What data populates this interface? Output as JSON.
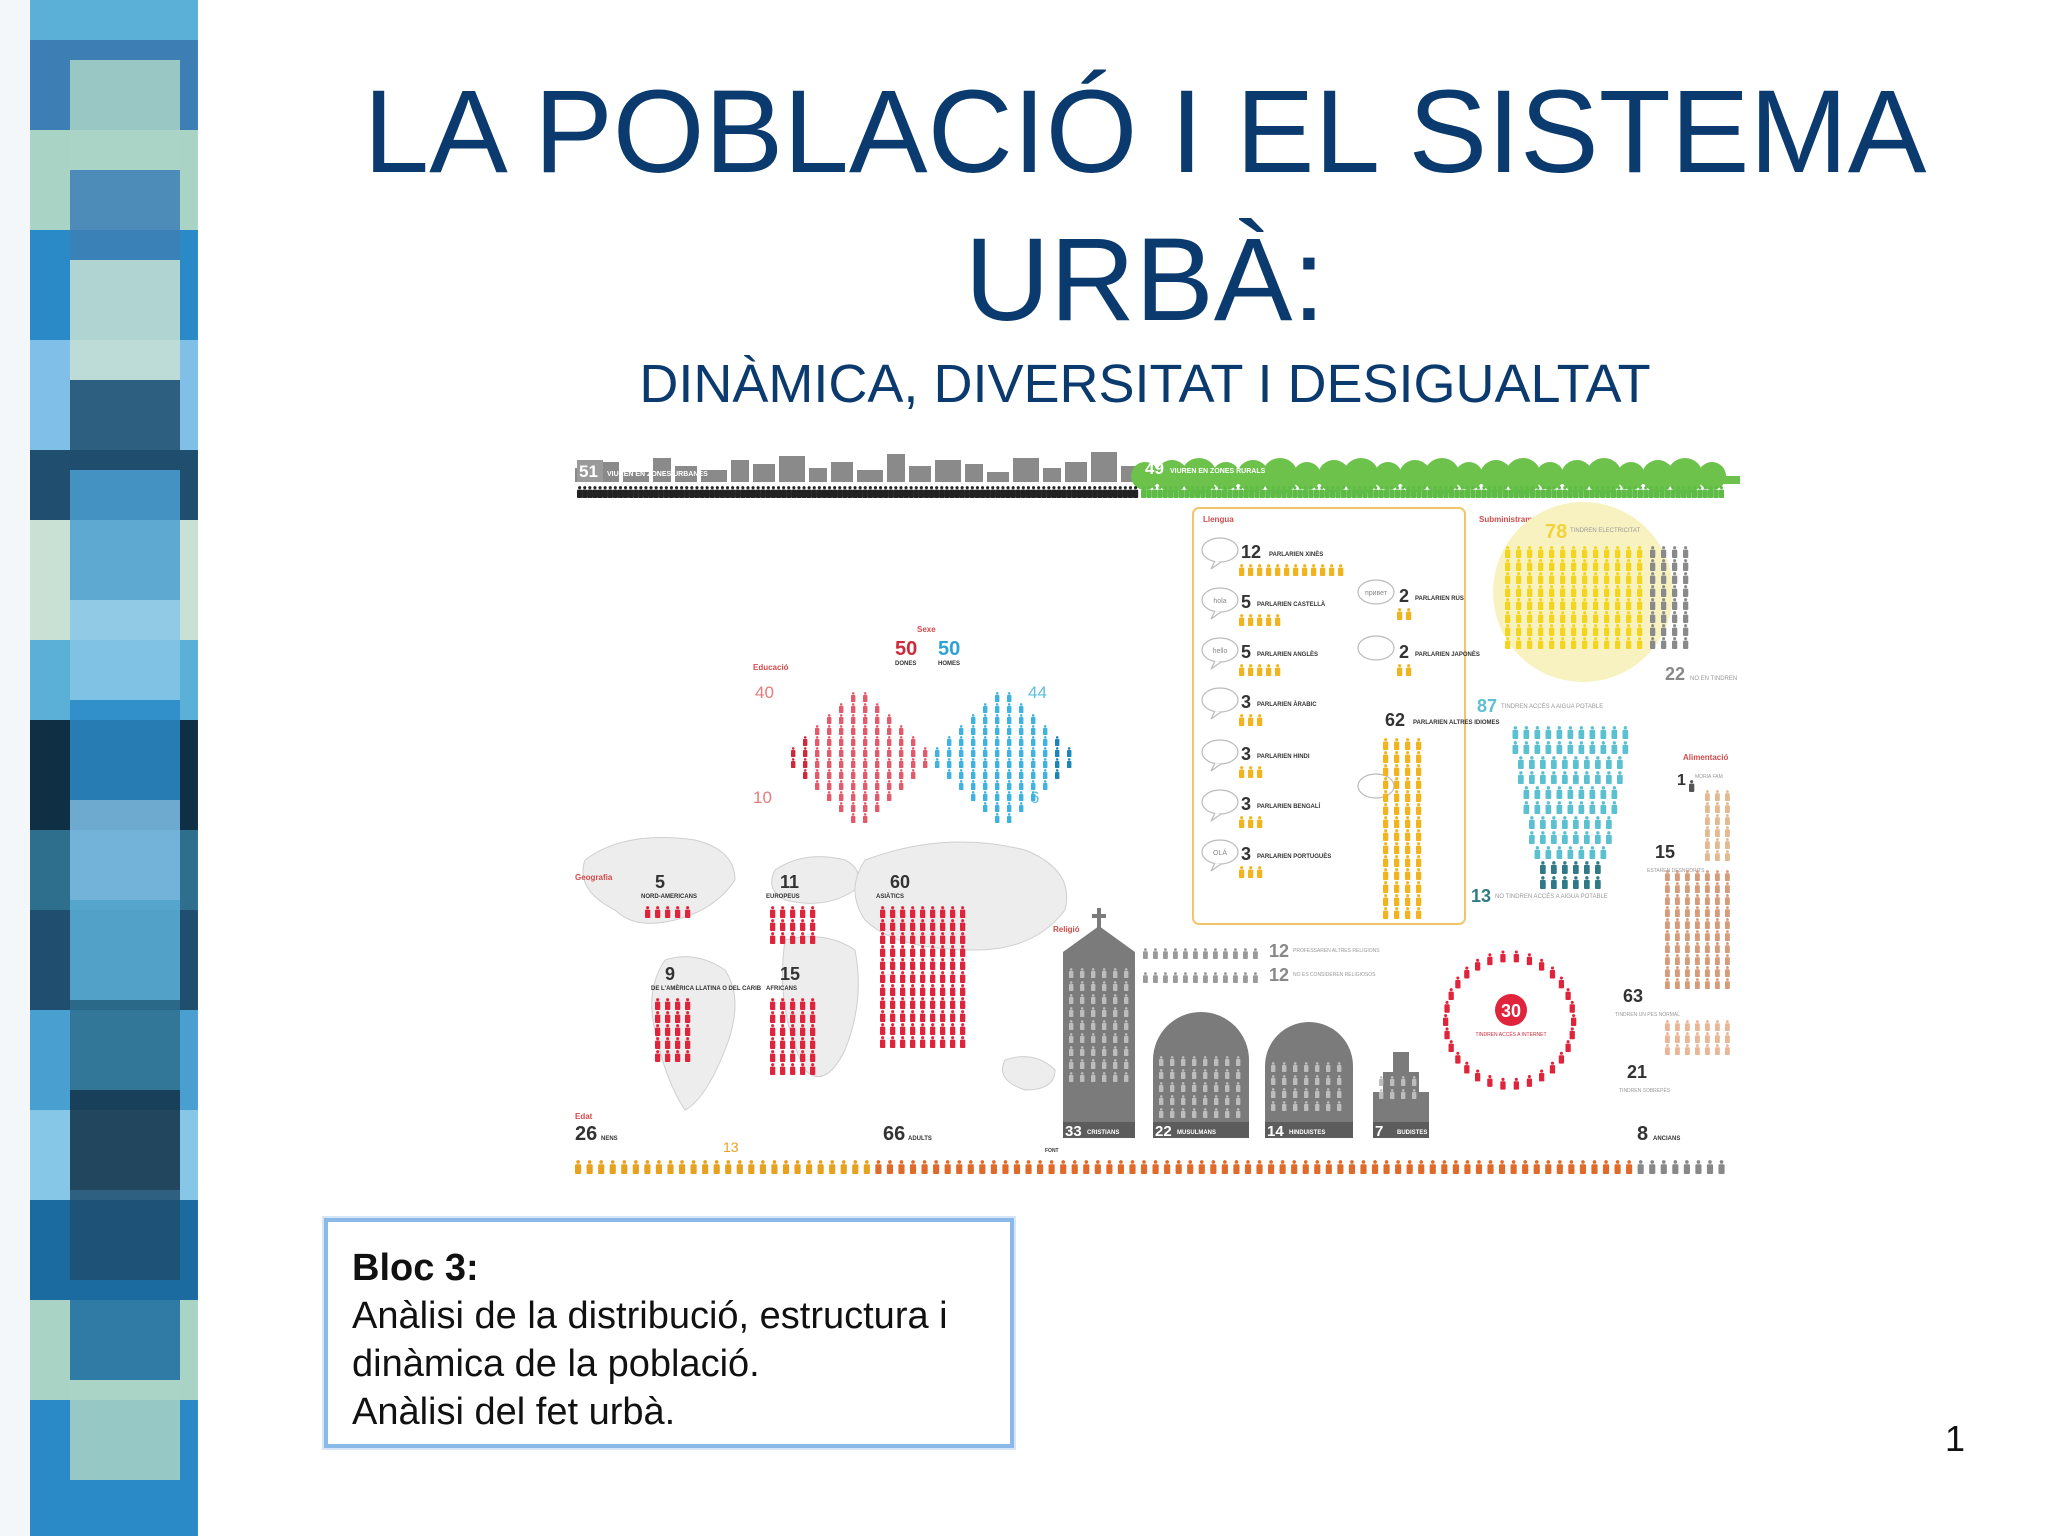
{
  "slide": {
    "title_line1": "LA POBLACIÓ I EL SISTEMA",
    "title_line2": "URBÀ:",
    "subtitle": "DINÀMICA, DIVERSITAT I DESIGUALTAT",
    "page_number": "1"
  },
  "bloc": {
    "heading": "Bloc 3:",
    "line1": "Anàlisi de la distribució, estructura i",
    "line2": "dinàmica de la població.",
    "line3": "Anàlisi del fet urbà."
  },
  "infographic": {
    "urban": {
      "value": "51",
      "label": "VIUREN EN ZONES URBANES"
    },
    "rural": {
      "value": "49",
      "label": "VIUREN EN ZONES RURALS"
    },
    "sexe": {
      "heading": "Sexe",
      "women": "50",
      "women_label": "DONES",
      "men": "50",
      "men_label": "HOMES"
    },
    "educacio": {
      "heading": "Educació",
      "women_school": "40",
      "men_school": "44",
      "women_illiterate": "10",
      "men_illiterate": "6"
    },
    "llengua": {
      "heading": "Llengua",
      "items": [
        {
          "value": "12",
          "label": "PARLARIEN XINÈS"
        },
        {
          "value": "5",
          "label": "PARLARIEN CASTELLÀ"
        },
        {
          "value": "5",
          "label": "PARLARIEN ANGLÈS"
        },
        {
          "value": "3",
          "label": "PARLARIEN ÀRABIC"
        },
        {
          "value": "3",
          "label": "PARLARIEN HINDI"
        },
        {
          "value": "3",
          "label": "PARLARIEN BENGALÍ"
        },
        {
          "value": "3",
          "label": "PARLARIEN PORTUGUÈS"
        },
        {
          "value": "2",
          "label": "PARLARIEN RUS"
        },
        {
          "value": "2",
          "label": "PARLARIEN JAPONÈS"
        },
        {
          "value": "62",
          "label": "PARLARIEN ALTRES IDIOMES"
        }
      ],
      "bubbles": [
        "hola",
        "hello",
        "OLÁ",
        "привет"
      ]
    },
    "subministraments": {
      "heading": "Subministraments",
      "electricity": "78",
      "electricity_label": "TINDREN ELECTRICITAT",
      "no_electricity": "22",
      "no_electricity_label": "NO EN TINDREN",
      "water": "87",
      "water_label": "TINDREN ACCÉS A AIGUA POTABLE",
      "no_water": "13",
      "no_water_label": "NO TINDREN ACCÉS A AIGUA POTABLE"
    },
    "alimentacio": {
      "heading": "Alimentació",
      "hunger": "1",
      "hunger_label": "MORIA FAM",
      "malnourished": "15",
      "malnourished_label": "ESTAREN DESNODRITS",
      "normal": "63",
      "normal_label": "TINDREN UN PES NORMAL",
      "overweight": "21",
      "overweight_label": "TINDREN SOBREPÈS"
    },
    "geografia": {
      "heading": "Geografia",
      "regions": [
        {
          "value": "5",
          "label": "NORD-AMERICANS"
        },
        {
          "value": "11",
          "label": "EUROPEUS"
        },
        {
          "value": "60",
          "label": "ASIÀTICS"
        },
        {
          "value": "9",
          "label": "DE L'AMÈRICA LLATINA O DEL CARIB"
        },
        {
          "value": "15",
          "label": "AFRICANS"
        }
      ]
    },
    "religio": {
      "heading": "Religió",
      "other_value": "12",
      "other_label": "PROFESSAREN ALTRES RELIGIONS",
      "none_value": "12",
      "none_label": "NO ES CONSIDEREN RELIGIOSOS",
      "items": [
        {
          "value": "33",
          "label": "CRISTIANS"
        },
        {
          "value": "22",
          "label": "MUSULMANS"
        },
        {
          "value": "14",
          "label": "HINDUISTES"
        },
        {
          "value": "7",
          "label": "BUDISTES"
        }
      ],
      "internet": "30",
      "internet_label": "TINDREN ACCÉS A INTERNET"
    },
    "edat": {
      "heading": "Edat",
      "kids": "26",
      "kids_label": "NENS",
      "kids_school": "13",
      "adults": "66",
      "adults_label": "ADULTS",
      "elderly": "8",
      "elderly_label": "ANCIANS",
      "source": "FONT"
    }
  },
  "colors": {
    "title": "#0b3a6e",
    "urban": "#222222",
    "rural": "#5dbb46",
    "women": "#e35a6a",
    "men": "#3db3df",
    "language": "#f2b41e",
    "electricity": "#f3e02a",
    "water": "#5bc0cf",
    "region": "#e0243c",
    "religion": "#7b7b7b",
    "food": "#d89b7a",
    "age": "#e6a11e",
    "bloc_border": "#8ab8e8"
  }
}
